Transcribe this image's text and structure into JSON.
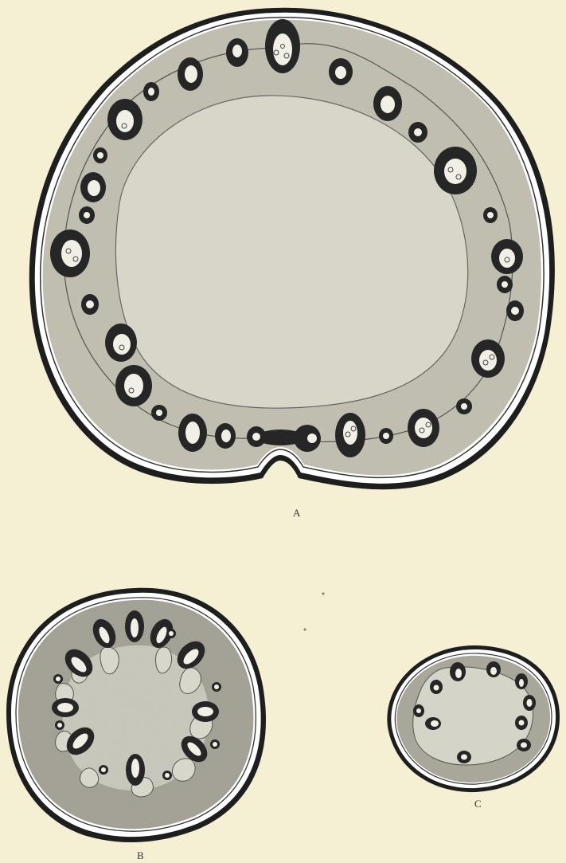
{
  "figure_labels": {
    "a": "A",
    "b": "B",
    "c": "C"
  },
  "colors": {
    "background": "#f5efd4",
    "cortex": "#c9c7b8",
    "pith": "#d9d7c9",
    "bundle": "#2a2a2a",
    "outline": "#1e1e1e",
    "epidermis_band": "#ffffff"
  }
}
